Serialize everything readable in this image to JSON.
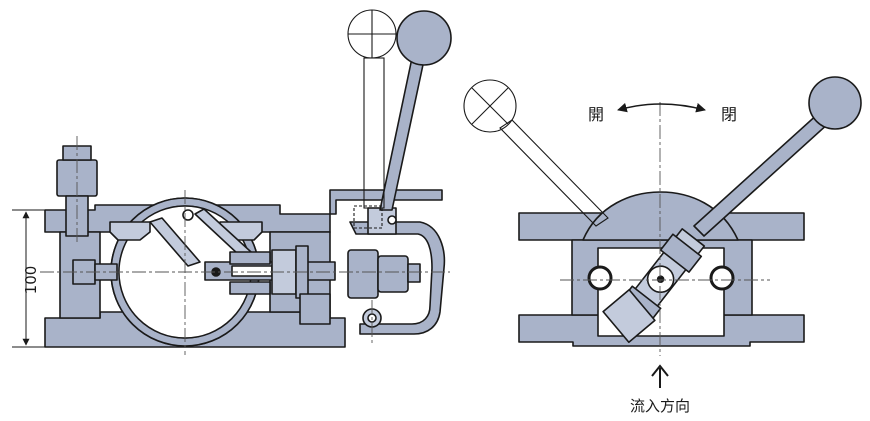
{
  "labels": {
    "dimension": "100",
    "open": "開",
    "close": "閉",
    "flow_direction": "流入方向"
  },
  "colors": {
    "fill": "#a9b3c9",
    "fill_light": "#c3cbdc",
    "line": "#1a1a1a",
    "centerline": "#555555",
    "background": "#ffffff"
  }
}
